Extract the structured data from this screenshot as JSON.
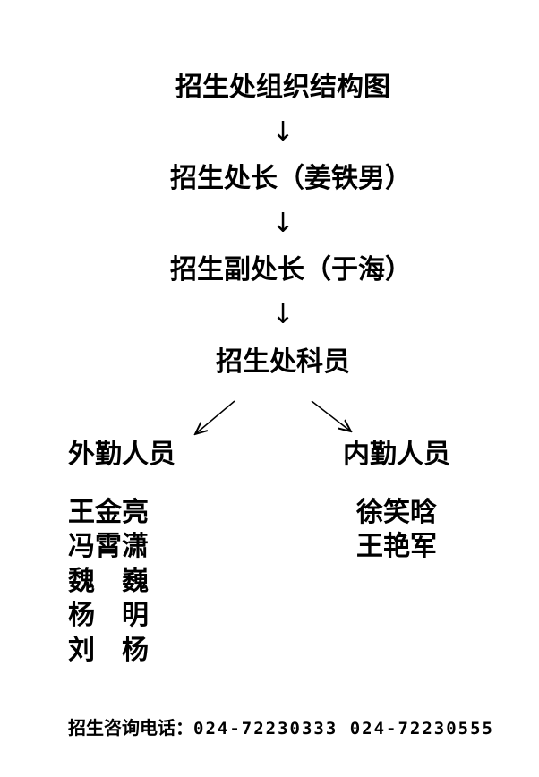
{
  "title": "招生处组织结构图",
  "levels": [
    {
      "label": "招生处长（姜铁男）"
    },
    {
      "label": "招生副处长（于海）"
    },
    {
      "label": "招生处科员"
    }
  ],
  "arrow_glyph": "↓",
  "groups": {
    "outside": {
      "label": "外勤人员",
      "members": [
        "王金亮",
        "冯霄潇",
        "魏　巍",
        "杨　明",
        "刘　杨"
      ]
    },
    "inside": {
      "label": "内勤人员",
      "members": [
        "徐笑晗",
        "王艳军"
      ]
    }
  },
  "footer": {
    "label": "招生咨询电话：",
    "phones": "024-72230333 024-72230555"
  }
}
